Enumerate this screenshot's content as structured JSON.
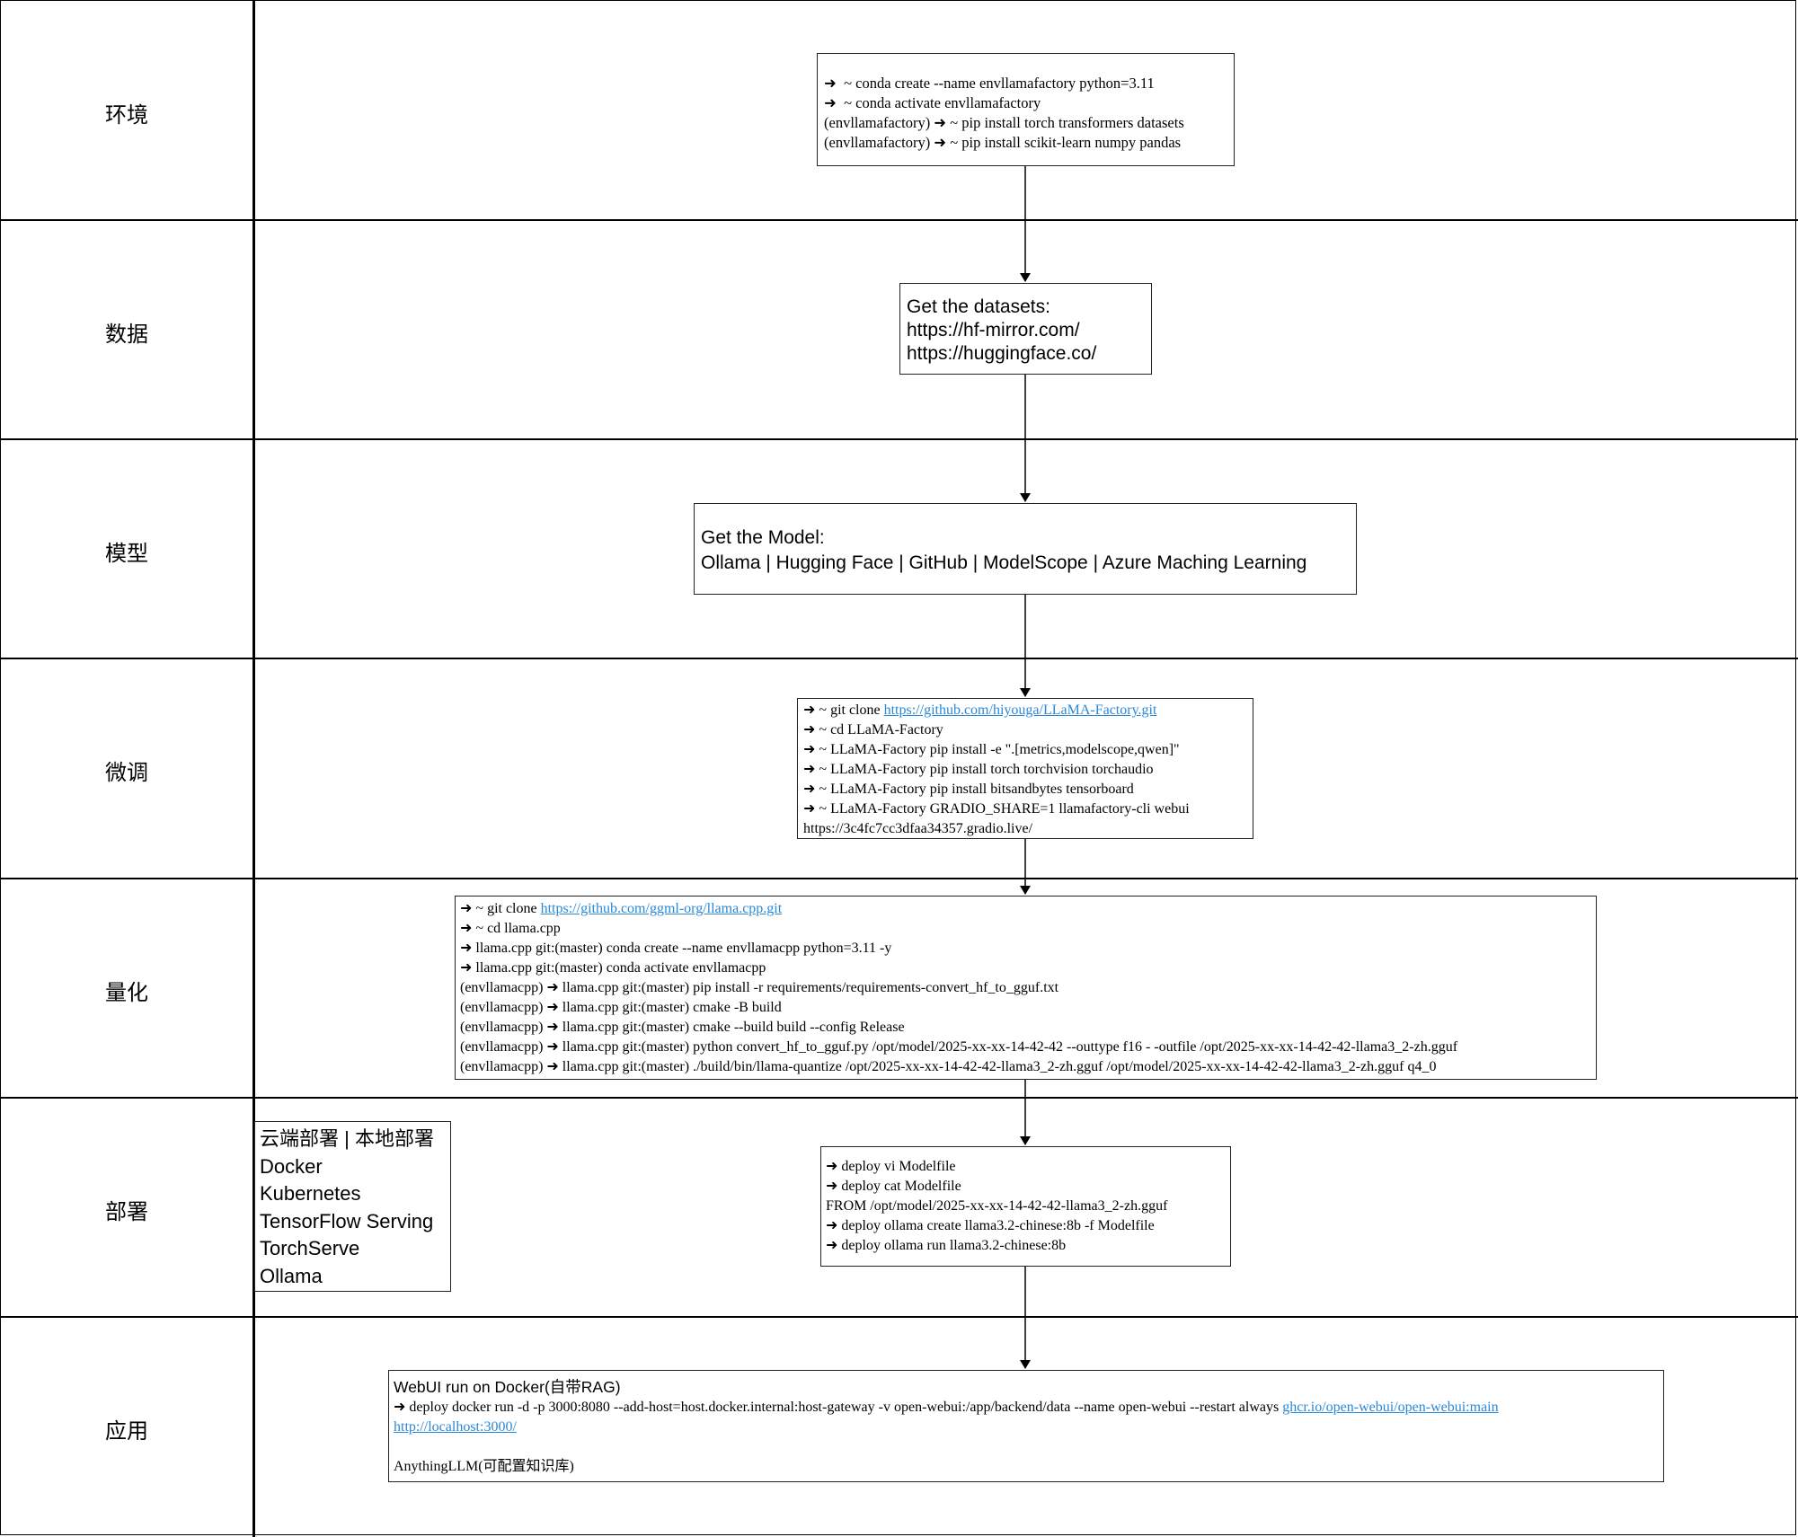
{
  "stages": [
    {
      "label": "环境"
    },
    {
      "label": "数据"
    },
    {
      "label": "模型"
    },
    {
      "label": "微调"
    },
    {
      "label": "量化"
    },
    {
      "label": "部署"
    },
    {
      "label": "应用"
    }
  ],
  "env_box": [
    "➜  ~ conda create --name envllamafactory python=3.11",
    "➜  ~ conda activate envllamafactory",
    "(envllamafactory) ➜ ~ pip install torch transformers datasets",
    "(envllamafactory) ➜ ~ pip install scikit-learn numpy pandas"
  ],
  "data_box": [
    "Get the datasets:",
    "https://hf-mirror.com/",
    "https://huggingface.co/"
  ],
  "model_box": [
    "Get the Model:",
    "Ollama | Hugging Face | GitHub | ModelScope | Azure Maching Learning"
  ],
  "finetune_box": {
    "line1_prefix": "➜ ~ git clone ",
    "line1_link": "https://github.com/hiyouga/LLaMA-Factory.git",
    "lines": [
      "➜ ~ cd LLaMA-Factory",
      "➜ ~ LLaMA-Factory pip install -e \".[metrics,modelscope,qwen]\"",
      "➜ ~ LLaMA-Factory pip install torch torchvision torchaudio",
      "➜ ~ LLaMA-Factory pip install bitsandbytes tensorboard",
      "➜ ~ LLaMA-Factory GRADIO_SHARE=1 llamafactory-cli webui",
      "https://3c4fc7cc3dfaa34357.gradio.live/"
    ]
  },
  "quant_box": {
    "line1_prefix": "➜ ~ git clone ",
    "line1_link": "https://github.com/ggml-org/llama.cpp.git",
    "lines": [
      "➜ ~ cd llama.cpp",
      "➜ llama.cpp git:(master) conda create --name envllamacpp python=3.11 -y",
      "➜ llama.cpp git:(master) conda activate envllamacpp",
      "(envllamacpp) ➜ llama.cpp git:(master) pip install -r requirements/requirements-convert_hf_to_gguf.txt",
      "(envllamacpp) ➜ llama.cpp git:(master) cmake -B build",
      "(envllamacpp) ➜ llama.cpp git:(master) cmake --build build --config Release",
      "(envllamacpp) ➜ llama.cpp git:(master) python convert_hf_to_gguf.py /opt/model/2025-xx-xx-14-42-42 --outtype f16 - -outfile /opt/2025-xx-xx-14-42-42-llama3_2-zh.gguf",
      "(envllamacpp) ➜ llama.cpp git:(master) ./build/bin/llama-quantize /opt/2025-xx-xx-14-42-42-llama3_2-zh.gguf /opt/model/2025-xx-xx-14-42-42-llama3_2-zh.gguf q4_0"
    ]
  },
  "deploy_options": [
    "云端部署 | 本地部署",
    "Docker",
    "Kubernetes",
    "TensorFlow Serving",
    "TorchServe",
    "Ollama"
  ],
  "deploy_box": [
    "➜ deploy vi Modelfile",
    "➜ deploy cat Modelfile",
    "FROM /opt/model/2025-xx-xx-14-42-42-llama3_2-zh.gguf",
    "➜ deploy ollama create llama3.2-chinese:8b -f Modelfile",
    "➜ deploy ollama run llama3.2-chinese:8b"
  ],
  "app_box": {
    "title": "WebUI run on Docker(自带RAG)",
    "cmd": "➜ deploy docker run -d -p 3000:8080 --add-host=host.docker.internal:host-gateway -v open-webui:/app/backend/data --name open-webui --restart always ",
    "image_link": "ghcr.io/open-webui/open-webui:main",
    "local_link": "http://localhost:3000/",
    "anything": "AnythingLLM(可配置知识库)"
  },
  "colors": {
    "link": "#2a88d8",
    "border": "#000000"
  }
}
